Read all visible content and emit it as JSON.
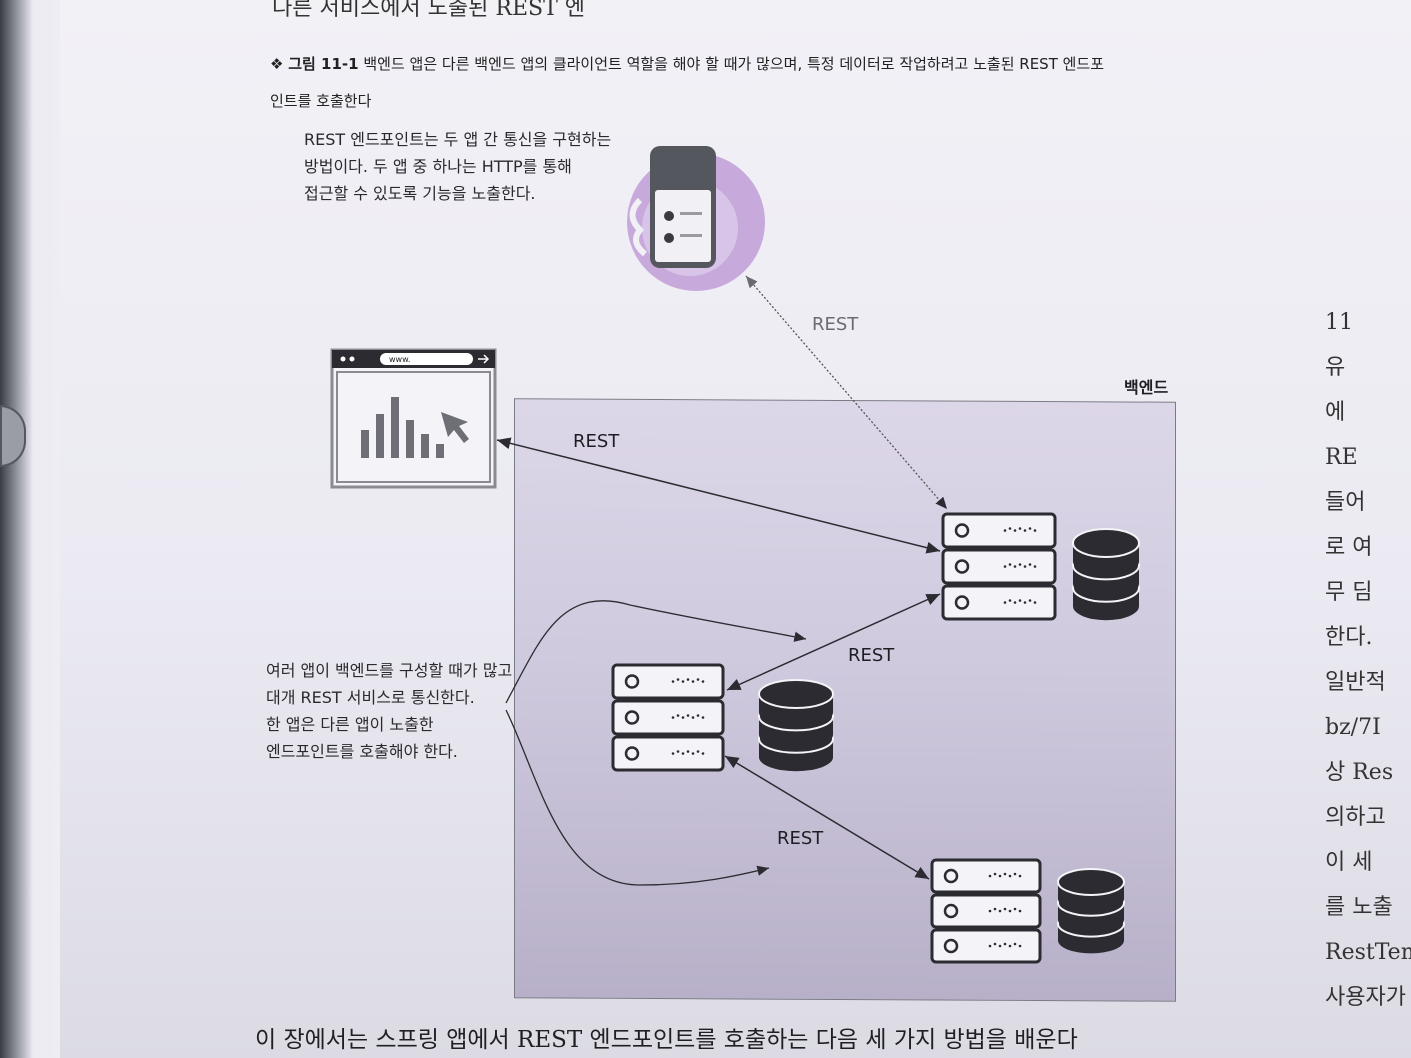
{
  "page": {
    "top_fragment": "다른 서비스에서 노출된 REST 엔",
    "caption": {
      "marker": "❖",
      "figure_no": "그림 11-1",
      "line1": "백엔드 앱은 다른 백엔드 앱의 클라이언트 역할을 해야 할 때가 많으며, 특정 데이터로 작업하려고 노출된 REST 엔드포",
      "line2": "인트를 호출한다"
    },
    "bottom_text": "이 장에서는 스프링 앱에서 REST 엔드포인트를 호출하는 다음 세 가지 방법을 배운다"
  },
  "diagram": {
    "note_top": [
      "REST 엔드포인트는 두 앱 간 통신을 구현하는",
      "방법이다. 두 앱 중 하나는 HTTP를 통해",
      "접근할 수 있도록 기능을 노출한다."
    ],
    "note_left": [
      "여러 앱이 백엔드를 구성할 때가 많고",
      "대개 REST 서비스로 통신한다.",
      "한 앱은 다른 앱이 노출한",
      "엔드포인트를 호출해야 한다."
    ],
    "backend_label": "백엔드",
    "browser_url": "www.",
    "rest_labels": {
      "mobile": "REST",
      "browser": "REST",
      "middle": "REST",
      "bottom": "REST"
    },
    "icons": [
      "mobile-phone-icon",
      "browser-chart-icon",
      "server-rack-icon",
      "database-icon"
    ],
    "colors": {
      "backend_fill": "#cfc9de",
      "mobile_circle": "#c7a9dc",
      "ink": "#2b2b31"
    }
  },
  "right_column": [
    "11",
    "유",
    "에",
    "RE",
    "들어",
    "로 여",
    "무 딤",
    "한다.",
    "일반적",
    "bz/7I",
    "상 Res",
    "의하고",
    "이 세",
    "를 노출",
    "RestTem",
    "사용자가"
  ]
}
